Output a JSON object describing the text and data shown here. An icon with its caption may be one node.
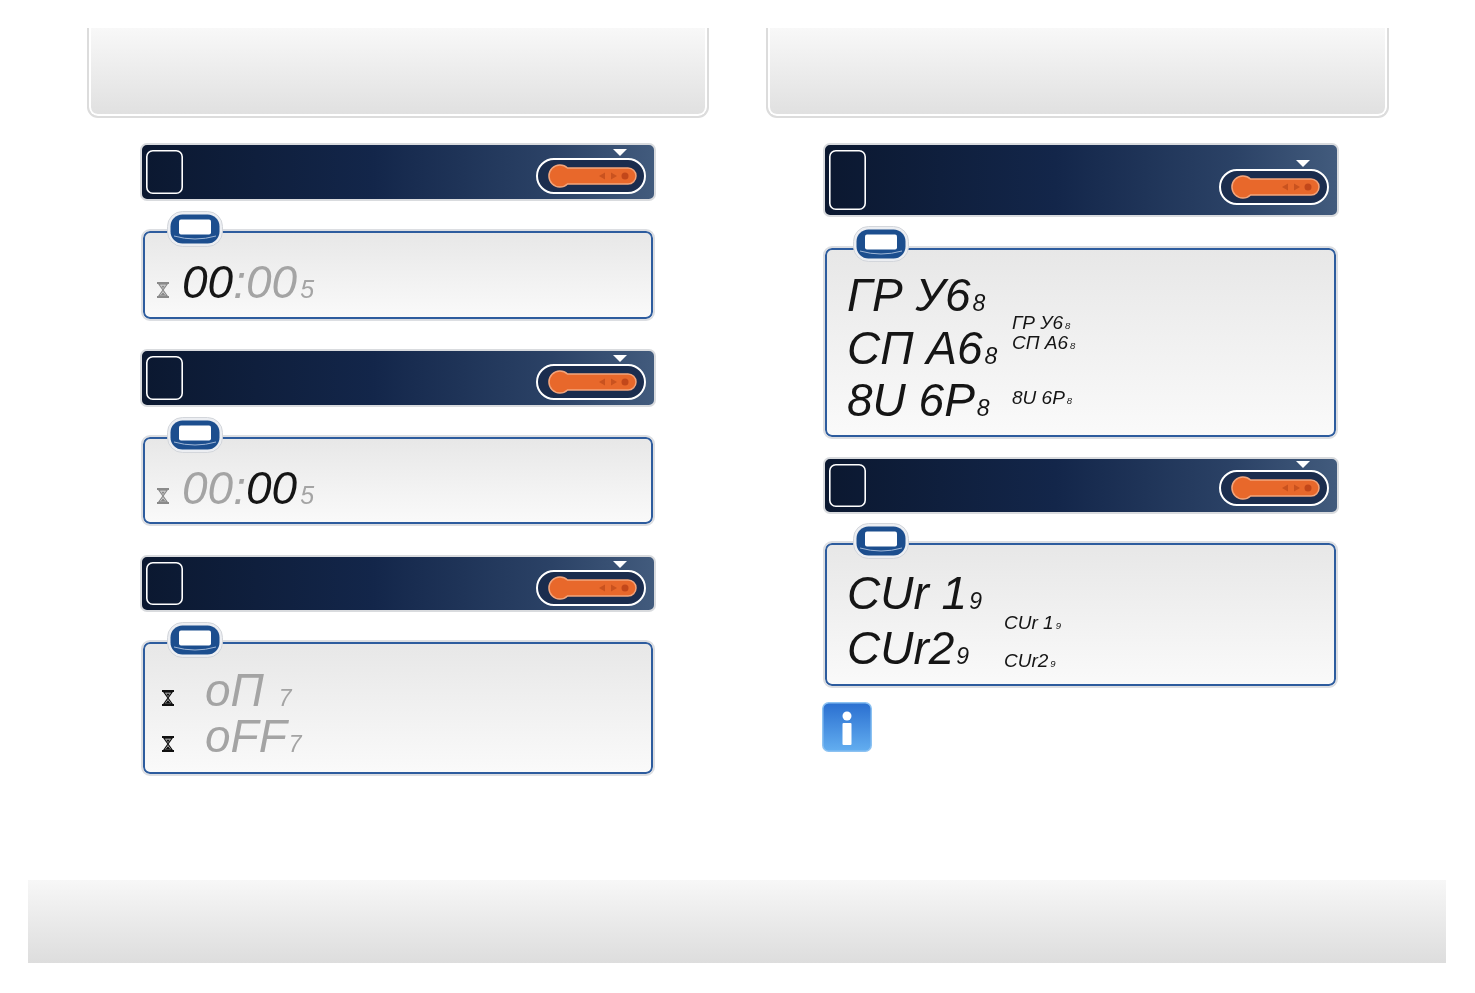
{
  "diagram": {
    "nodes": [
      {
        "text": [
          "00",
          ":00",
          "5"
        ]
      },
      {
        "text": [
          "00:",
          "00",
          "5"
        ]
      },
      {
        "text": [
          "oП $_{7}$",
          "oFF$_{7}$"
        ]
      },
      {
        "text": [
          "ГР У6$_{8}$",
          "СП А6$_{8}$",
          "8U 6Р$_{8}$",
          "ГР У6$_{8}$",
          "СП А6$_{8}$",
          "8U 6Р$_{8}$"
        ]
      },
      {
        "text": [
          "CUr 1$_{9}$",
          "CUr2$_{9}$",
          "CUr 1$_{9}$",
          "CUr2$_{9}$"
        ]
      }
    ]
  }
}
